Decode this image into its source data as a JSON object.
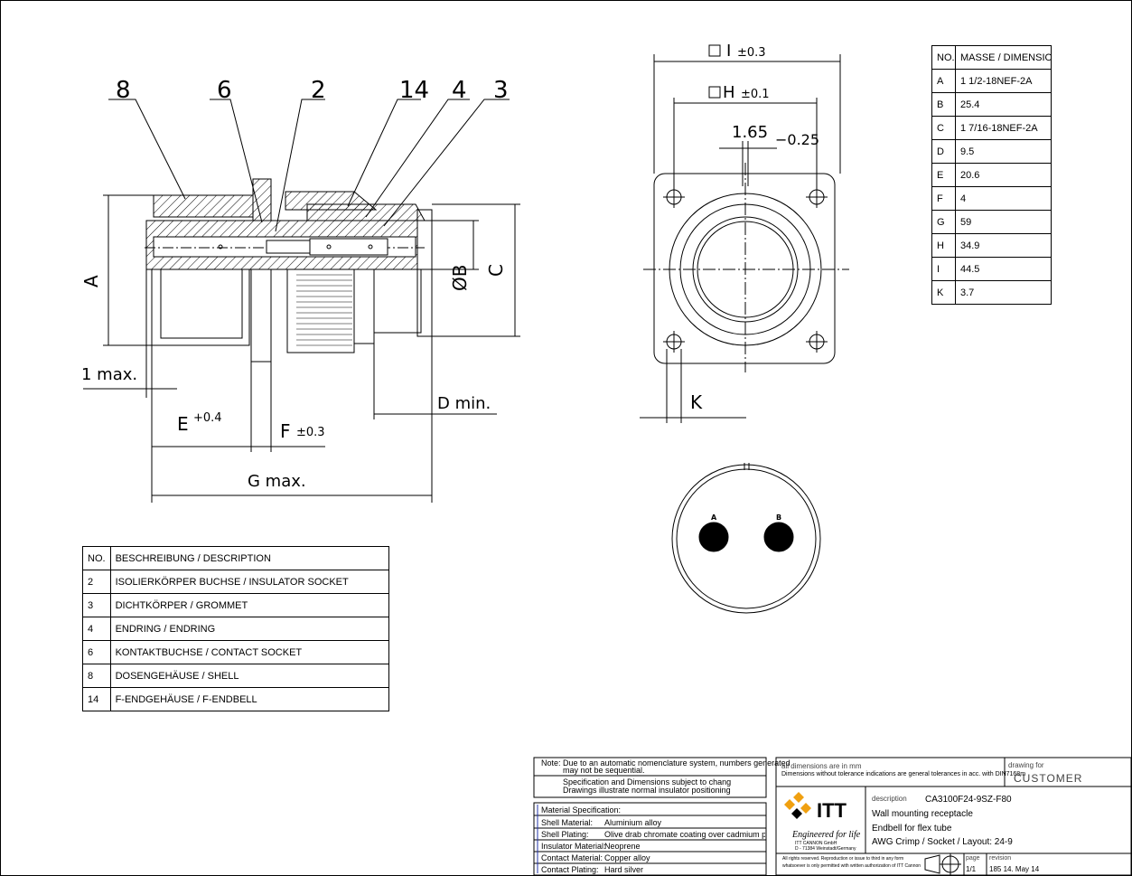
{
  "drawing": {
    "balloons": [
      "8",
      "6",
      "2",
      "14",
      "4",
      "3"
    ],
    "dim_labels": {
      "A": "A",
      "B": "ØB",
      "C": "C",
      "one_max": "1 max.",
      "D": "D min.",
      "E": "E",
      "E_tol": "+0.4",
      "F": "F",
      "F_tol": "±0.3",
      "G": "G max.",
      "I": "I",
      "I_tol": "±0.3",
      "H": "H",
      "H_tol": "±0.1",
      "size": "1.65",
      "size_tol": "−0.25",
      "K": "K"
    },
    "contacts": [
      "A",
      "B"
    ]
  },
  "parts_table": {
    "header": [
      "NO.",
      "BESCHREIBUNG / DESCRIPTION"
    ],
    "rows": [
      [
        "2",
        "ISOLIERKÖRPER BUCHSE / INSULATOR SOCKET"
      ],
      [
        "3",
        "DICHTKÖRPER / GROMMET"
      ],
      [
        "4",
        "ENDRING / ENDRING"
      ],
      [
        "6",
        "KONTAKTBUCHSE / CONTACT SOCKET"
      ],
      [
        "8",
        "DOSENGEHÄUSE / SHELL"
      ],
      [
        "14",
        "F-ENDGEHÄUSE / F-ENDBELL"
      ]
    ]
  },
  "dimension_table": {
    "header": [
      "NO.",
      "MASSE / DIMENSIONS"
    ],
    "rows": [
      [
        "A",
        "1 1/2-18NEF-2A"
      ],
      [
        "B",
        "25.4"
      ],
      [
        "C",
        "1 7/16-18NEF-2A"
      ],
      [
        "D",
        "9.5"
      ],
      [
        "E",
        "20.6"
      ],
      [
        "F",
        "4"
      ],
      [
        "G",
        "59"
      ],
      [
        "H",
        "34.9"
      ],
      [
        "I",
        "44.5"
      ],
      [
        "K",
        "3.7"
      ]
    ]
  },
  "notes": {
    "label": "Note:",
    "line1": "Due to an automatic nomenclature system, numbers generated",
    "line2": "may not be sequential.",
    "line3": "Specification and Dimensions subject to chang",
    "line4": "Drawings illustrate normal insulator positioning"
  },
  "material": {
    "title": "Material Specification:",
    "rows": [
      [
        "Shell Material:",
        "Aluminium alloy"
      ],
      [
        "Shell Plating:",
        "Olive drab chromate coating over cadmium plating"
      ],
      [
        "Insulator Material:",
        "Neoprene"
      ],
      [
        "Contact Material:",
        "Copper alloy"
      ],
      [
        "Contact Plating:",
        "Hard silver"
      ]
    ]
  },
  "title_block": {
    "units_label": "all dimensions are in mm",
    "tolerance_note": "Dimensions without tolerance indications are general tolerances in acc. with DIN7168m",
    "drawing_for_label": "drawing for",
    "drawing_for": "CUSTOMER",
    "logo": "ITT",
    "tagline": "Engineered for life",
    "company_line1": "ITT CANNON GmbH",
    "company_line2": "D - 71384 Weinstadt/Germany",
    "description_label": "description",
    "part_number": "CA3100F24-9SZ-F80",
    "desc1": "Wall mounting receptacle",
    "desc2": "Endbell for flex tube",
    "desc3": "AWG Crimp / Socket / Layout: 24-9",
    "rights1": "All rights reserved. Reproduction or issue to third in any form",
    "rights2": "whatsoever is only permitted with written authorization of ITT Cannon",
    "page_label": "page",
    "page": "1/1",
    "revision_label": "revision",
    "revision": "185 14. May 14"
  },
  "colors": {
    "ink": "#000000",
    "logo_accent": "#f0a010",
    "blue_mark": "#2233aa"
  }
}
